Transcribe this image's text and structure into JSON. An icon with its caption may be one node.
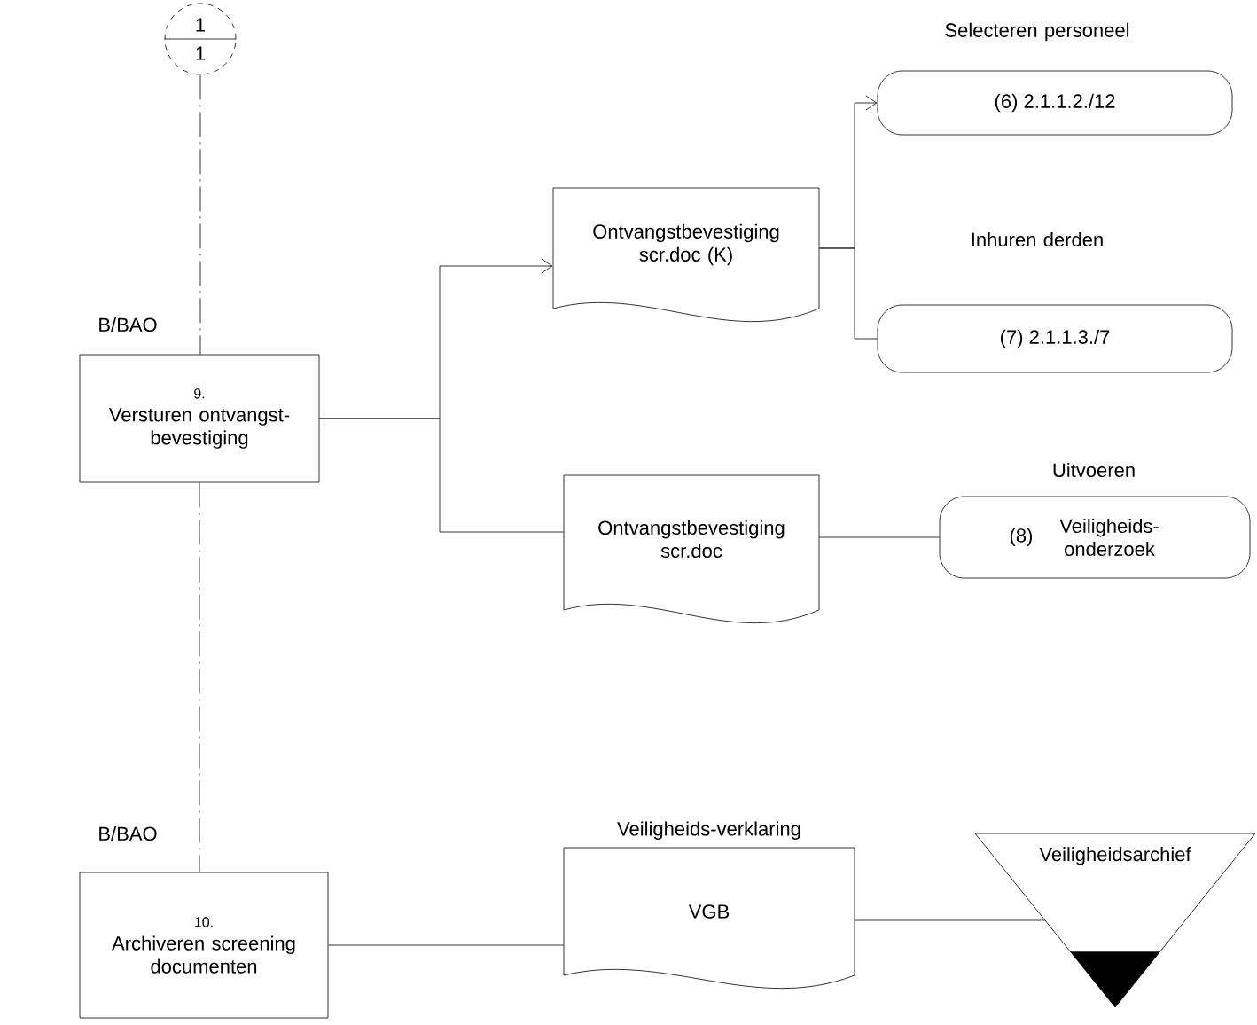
{
  "diagram": {
    "nodes": [
      {
        "text": [
          "1",
          "1"
        ]
      },
      {
        "text": [
          "9.",
          "Versturen ontvangst-bevestiging"
        ],
        "beside": [
          "B/BAO"
        ]
      },
      {
        "text": [
          "Ontvangstbevestiging scr.doc (K)"
        ]
      },
      {
        "text": [
          "Ontvangstbevestiging scr.doc"
        ]
      },
      {
        "text": [
          "(6) 2.1.1.2./12"
        ],
        "beside": [
          "Selecteren personeel"
        ]
      },
      {
        "text": [
          "(7) 2.1.1.3./7"
        ],
        "beside": [
          "Inhuren derden"
        ]
      },
      {
        "text": [
          "(8)",
          "Veiligheids-onderzoek"
        ],
        "beside": [
          "Uitvoeren"
        ]
      },
      {
        "text": [
          "10.",
          "Archiveren screening documenten"
        ],
        "beside": [
          "B/BAO"
        ]
      },
      {
        "text": [
          "Veiligheids-verklaring",
          "VGB"
        ]
      },
      {
        "text": [
          "Veiligheidsarchief"
        ]
      }
    ],
    "edges": [
      {
        "from": 0,
        "to": 1,
        "arrow": "none",
        "style": "dashed"
      },
      {
        "from": 1,
        "to": 2,
        "arrow": "to"
      },
      {
        "from": 1,
        "to": 3,
        "arrow": "none"
      },
      {
        "from": 2,
        "to": 4,
        "arrow": "to"
      },
      {
        "from": 2,
        "to": 5,
        "arrow": "none"
      },
      {
        "from": 3,
        "to": 6,
        "arrow": "none"
      },
      {
        "from": 1,
        "to": 7,
        "arrow": "none",
        "style": "dashed"
      },
      {
        "from": 7,
        "to": 8,
        "arrow": "none"
      },
      {
        "from": 8,
        "to": 9,
        "arrow": "none"
      }
    ]
  }
}
